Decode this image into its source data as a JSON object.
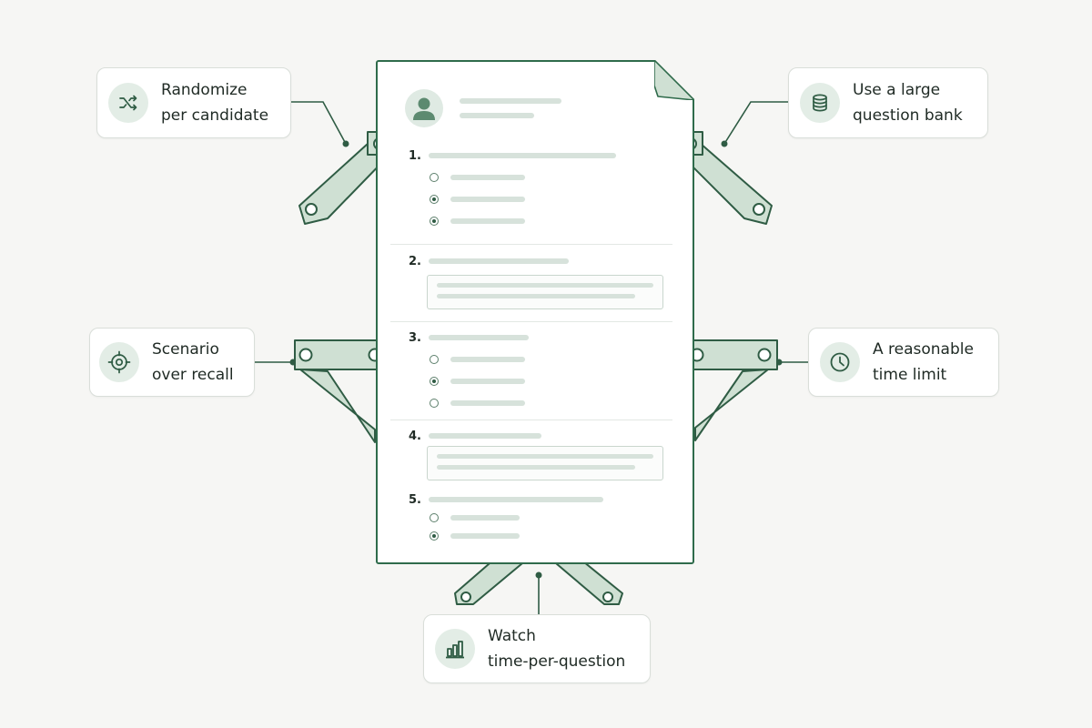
{
  "questions": [
    {
      "number": "1."
    },
    {
      "number": "2."
    },
    {
      "number": "3."
    },
    {
      "number": "4."
    },
    {
      "number": "5."
    }
  ],
  "callouts": {
    "randomize": {
      "line1": "Randomize",
      "line2": "per candidate",
      "icon": "shuffle-icon"
    },
    "question_bank": {
      "line1": "Use a large",
      "line2": "question bank",
      "icon": "database-icon"
    },
    "scenario": {
      "line1": "Scenario",
      "line2": "over recall",
      "icon": "target-icon"
    },
    "time_limit": {
      "line1": "A reasonable",
      "line2": "time limit",
      "icon": "clock-icon"
    },
    "time_per_question": {
      "line1": "Watch",
      "line2": "time-per-question",
      "icon": "bar-chart-icon"
    }
  },
  "colors": {
    "accent": "#2f6b4b",
    "clamp_fill": "#cfe0d3",
    "icon_bg": "#e3ede6",
    "placeholder_bar": "#d7e2db"
  }
}
